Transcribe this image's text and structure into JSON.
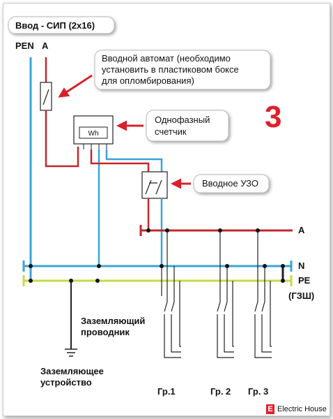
{
  "title": "Ввод - СИП (2х16)",
  "big_number": "3",
  "labels": {
    "pen": "PEN",
    "a_top": "A",
    "a_bus": "A",
    "n_bus": "N",
    "pe_bus": "PE",
    "gzsh": "(ГЗШ)"
  },
  "meter_text": "Wh",
  "callouts": {
    "breaker": [
      "Вводной автомат (необходимо",
      "установить в пластиковом боксе",
      "для опломбирования)"
    ],
    "meter": [
      "Однофазный",
      "счетчик"
    ],
    "rcd": "Вводное УЗО"
  },
  "ground": {
    "conductor": [
      "Заземляющий",
      "проводник"
    ],
    "device": [
      "Заземляющее",
      "устройство"
    ]
  },
  "groups": [
    "Гр.1",
    "Гр. 2",
    "Гр. 3"
  ],
  "brand": {
    "logo": "E",
    "name": "Electric House"
  },
  "colors": {
    "phase": "#c0282c",
    "neutral": "#3aa4d6",
    "pe": "#c8d84a",
    "wire": "#222222",
    "arrow": "#d8202a",
    "accent": "#e0202a"
  }
}
